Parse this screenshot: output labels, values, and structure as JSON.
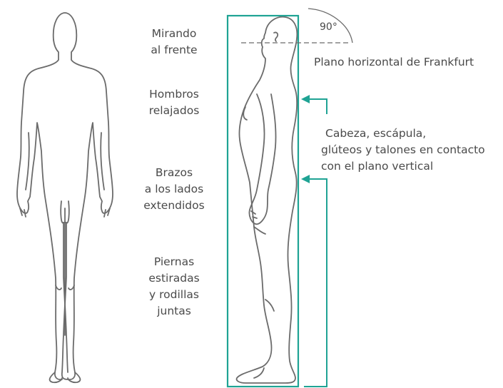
{
  "labels": {
    "facing": [
      "Mirando",
      "al frente"
    ],
    "shoulders": [
      "Hombros",
      "relajados"
    ],
    "arms": [
      "Brazos",
      "a los lados",
      "extendidos"
    ],
    "legs": [
      "Piernas",
      "estiradas",
      "y rodillas",
      "juntas"
    ]
  },
  "angle_label": "90°",
  "frankfurt_label": "Plano horizontal de Frankfurt",
  "contact_note": [
    "Cabeza, escápula,",
    "glúteos y talones en contacto",
    "con el plano vertical"
  ],
  "colors": {
    "accent": "#1fa394",
    "outline": "#6b6b6b",
    "text": "#4a4a4a"
  }
}
